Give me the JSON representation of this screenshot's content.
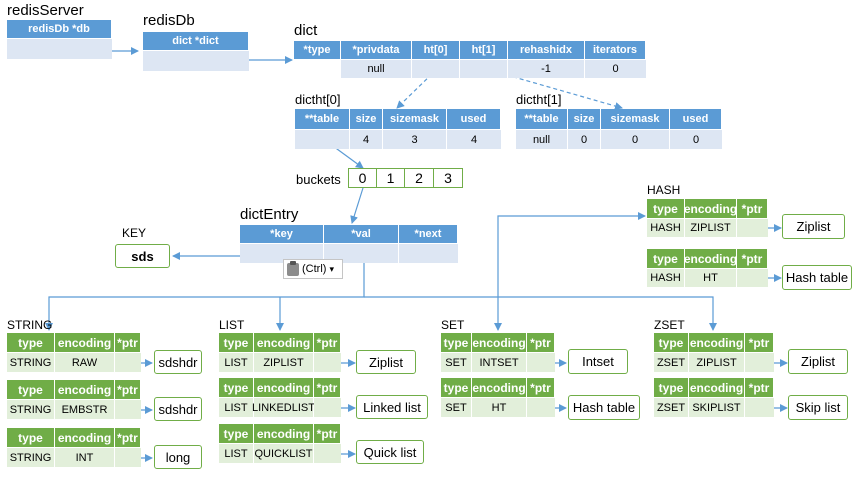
{
  "colors": {
    "blue_header": "#5b9bd5",
    "blue_cell": "#dde6f3",
    "green_header": "#70ad47",
    "green_cell": "#e2efda",
    "line": "#5b9bd5"
  },
  "redisServer": {
    "title": "redisServer",
    "field": "redisDb *db"
  },
  "redisDb": {
    "title": "redisDb",
    "field": "dict *dict"
  },
  "dict": {
    "title": "dict",
    "headers": [
      "*type",
      "*privdata",
      "ht[0]",
      "ht[1]",
      "rehashidx",
      "iterators"
    ],
    "values": [
      "",
      "null",
      "",
      "",
      "-1",
      "0"
    ]
  },
  "dictht0": {
    "title": "dictht[0]",
    "headers": [
      "**table",
      "size",
      "sizemask",
      "used"
    ],
    "values": [
      "",
      "4",
      "3",
      "4"
    ]
  },
  "dictht1": {
    "title": "dictht[1]",
    "headers": [
      "**table",
      "size",
      "sizemask",
      "used"
    ],
    "values": [
      "null",
      "0",
      "0",
      "0"
    ]
  },
  "buckets": {
    "label": "buckets",
    "items": [
      "0",
      "1",
      "2",
      "3"
    ]
  },
  "dictEntry": {
    "title": "dictEntry",
    "headers": [
      "*key",
      "*val",
      "*next"
    ]
  },
  "key": {
    "label": "KEY",
    "value": "sds"
  },
  "paste_tag": {
    "label": "(Ctrl)",
    "arrow": "▾"
  },
  "objheader": [
    "type",
    "encoding",
    "*ptr"
  ],
  "hash": {
    "label": "HASH",
    "rows": [
      {
        "type": "HASH",
        "encoding": "ZIPLIST",
        "target": "Ziplist"
      },
      {
        "type": "HASH",
        "encoding": "HT",
        "target": "Hash table"
      }
    ]
  },
  "string": {
    "label": "STRING",
    "rows": [
      {
        "type": "STRING",
        "encoding": "RAW",
        "target": "sdshdr"
      },
      {
        "type": "STRING",
        "encoding": "EMBSTR",
        "target": "sdshdr"
      },
      {
        "type": "STRING",
        "encoding": "INT",
        "target": "long"
      }
    ]
  },
  "list": {
    "label": "LIST",
    "rows": [
      {
        "type": "LIST",
        "encoding": "ZIPLIST",
        "target": "Ziplist"
      },
      {
        "type": "LIST",
        "encoding": "LINKEDLIST",
        "target": "Linked list"
      },
      {
        "type": "LIST",
        "encoding": "QUICKLIST",
        "target": "Quick list"
      }
    ]
  },
  "set": {
    "label": "SET",
    "rows": [
      {
        "type": "SET",
        "encoding": "INTSET",
        "target": "Intset"
      },
      {
        "type": "SET",
        "encoding": "HT",
        "target": "Hash table"
      }
    ]
  },
  "zset": {
    "label": "ZSET",
    "rows": [
      {
        "type": "ZSET",
        "encoding": "ZIPLIST",
        "target": "Ziplist"
      },
      {
        "type": "ZSET",
        "encoding": "SKIPLIST",
        "target": "Skip list"
      }
    ]
  }
}
